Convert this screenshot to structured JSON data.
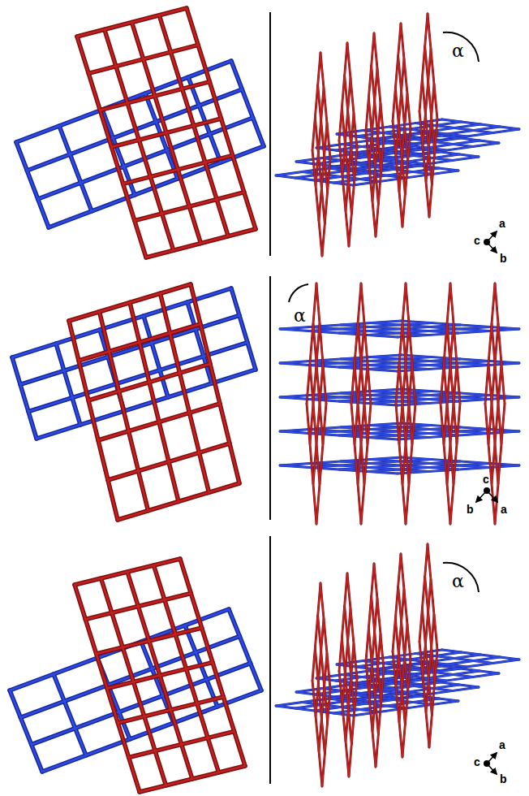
{
  "diagram": {
    "labels": [
      "α",
      "a",
      "c",
      "b",
      "α",
      "c",
      "b",
      "a",
      "α",
      "a",
      "c",
      "b"
    ]
  }
}
